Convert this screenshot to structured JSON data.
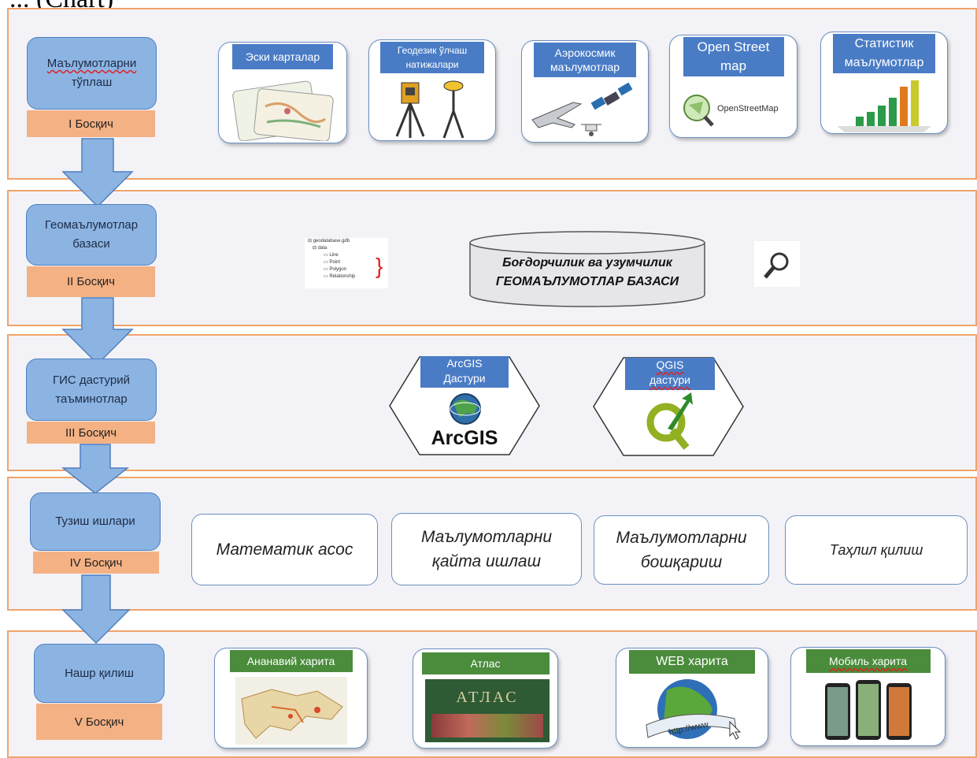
{
  "cut_title": "... (Chart)",
  "stages": [
    {
      "title_lines": [
        "Маълумотларни",
        "тўплаш"
      ],
      "label": "I Босқич"
    },
    {
      "title_lines": [
        "Геомаълумотлар",
        "базаси"
      ],
      "label": "II Босқич"
    },
    {
      "title_lines": [
        "ГИС дастурий",
        "таъминотлар"
      ],
      "label": "III Босқич"
    },
    {
      "title_lines": [
        "Тузиш ишлари"
      ],
      "label": "IV Босқич"
    },
    {
      "title_lines": [
        "Нашр қилиш"
      ],
      "label": "V Босқич"
    }
  ],
  "sources": [
    {
      "label": "Эски карталар",
      "icon": "old-maps-icon"
    },
    {
      "label": "Геодезик ўлчаш натижалари",
      "icon": "survey-instruments-icon"
    },
    {
      "label": "Аэрокосмик маълумотлар",
      "icon": "aircraft-satellite-icon"
    },
    {
      "label": "Open Street map",
      "icon": "openstreetmap-icon",
      "logo_text": "OpenStreetMap"
    },
    {
      "label": "Статистик маълумотлар",
      "icon": "bar-chart-icon"
    }
  ],
  "database": {
    "line1": "Боғдорчилик ва узумчилик",
    "line2": "ГЕОМАЪЛУМОТЛАР БАЗАСИ",
    "tree": [
      "geodatabase.gdb",
      "data",
      "Line",
      "Point",
      "Polygon",
      "Relationship"
    ]
  },
  "software": [
    {
      "label": "ArcGIS Дастури",
      "logo": "ArcGIS"
    },
    {
      "label": "QGIS дастури",
      "logo": "Q"
    }
  ],
  "processes": [
    {
      "lines": [
        "Математик асос"
      ]
    },
    {
      "lines": [
        "Маълумотларни",
        "қайта ишлаш"
      ]
    },
    {
      "lines": [
        "Маълумотларни",
        "бошқариш"
      ]
    },
    {
      "lines": [
        "Таҳлил қилиш"
      ]
    }
  ],
  "outputs": [
    {
      "label": "Ананавий харита",
      "icon": "uzbekistan-map-icon"
    },
    {
      "label": "Атлас",
      "icon": "atlas-book-icon",
      "cover_text": "АТЛАС"
    },
    {
      "label": "WEB харита",
      "icon": "web-globe-icon",
      "url_text": "http://www"
    },
    {
      "label": "Мобиль харита",
      "icon": "mobile-phones-icon"
    }
  ],
  "colors": {
    "band_border": "#f0a36c",
    "stage_fill": "#8cb4e3",
    "stage_label": "#f4b183",
    "card_header": "#4a7cc6",
    "output_header": "#4a8c3b"
  }
}
